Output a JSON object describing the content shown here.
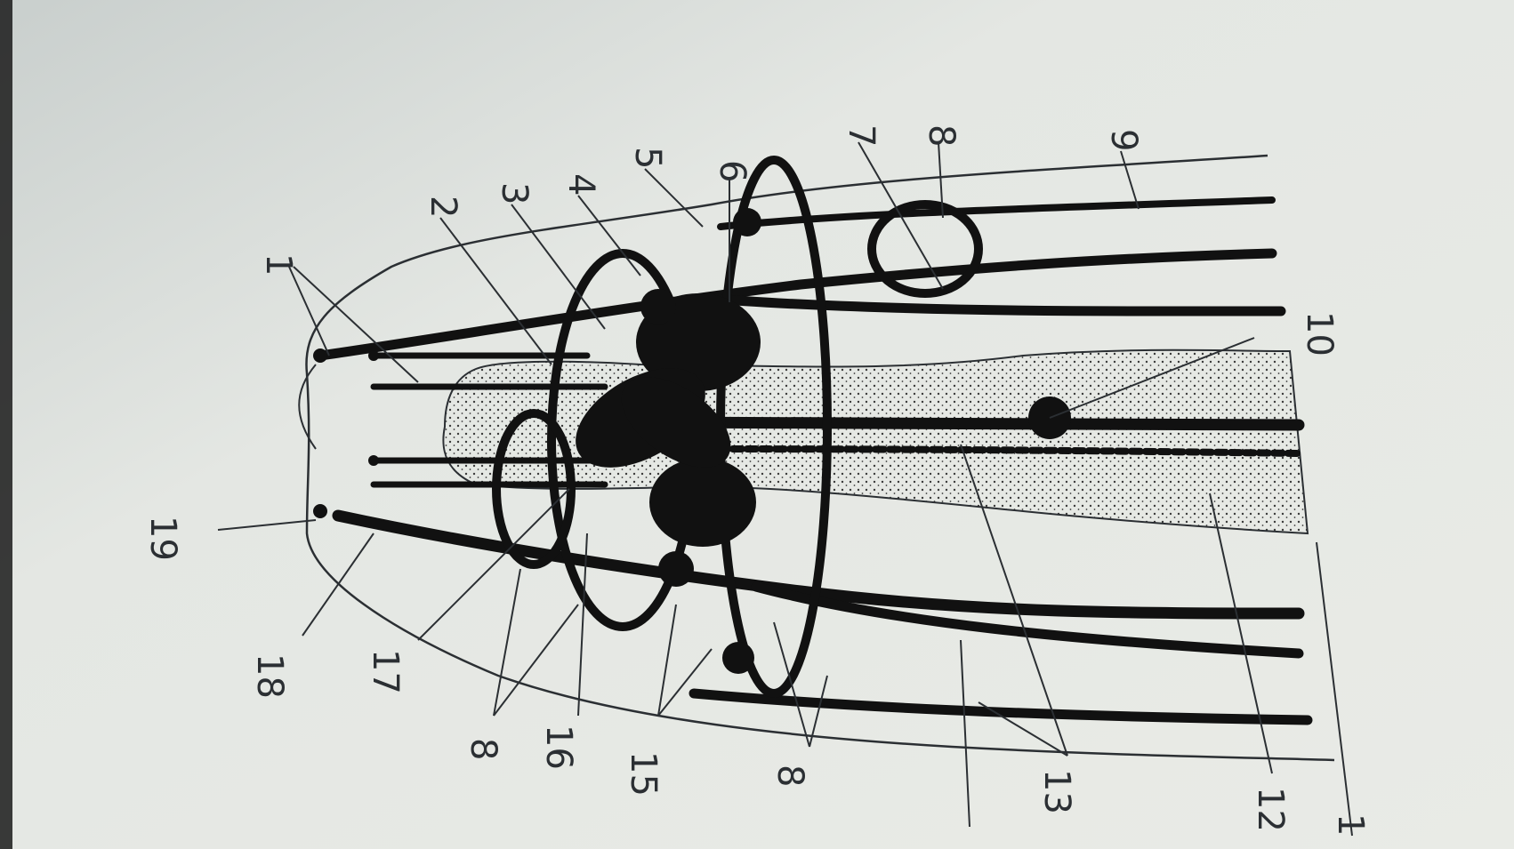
{
  "figure": {
    "colors": {
      "page": "#d8dcd9",
      "paper_light": "#eef0ec",
      "ink": "#2b2f33",
      "shadow": "#111111"
    },
    "labels": [
      {
        "id": "1-top",
        "text": "1"
      },
      {
        "id": "2",
        "text": "2"
      },
      {
        "id": "3",
        "text": "3"
      },
      {
        "id": "4",
        "text": "4"
      },
      {
        "id": "5",
        "text": "5"
      },
      {
        "id": "6",
        "text": "6"
      },
      {
        "id": "7",
        "text": "7"
      },
      {
        "id": "8-top",
        "text": "8"
      },
      {
        "id": "9",
        "text": "9"
      },
      {
        "id": "10",
        "text": "10"
      },
      {
        "id": "19",
        "text": "19"
      },
      {
        "id": "18",
        "text": "18"
      },
      {
        "id": "17",
        "text": "17"
      },
      {
        "id": "8-bottom-left",
        "text": "8"
      },
      {
        "id": "16",
        "text": "16"
      },
      {
        "id": "15",
        "text": "15"
      },
      {
        "id": "8-bottom-right",
        "text": "8"
      },
      {
        "id": "13",
        "text": "13"
      },
      {
        "id": "12",
        "text": "12"
      },
      {
        "id": "1-bottom",
        "text": "1"
      }
    ]
  }
}
